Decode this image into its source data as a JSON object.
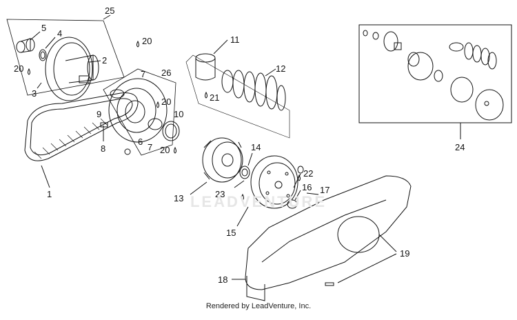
{
  "diagram": {
    "callouts": [
      "25",
      "5",
      "4",
      "20",
      "2",
      "3",
      "20",
      "7",
      "26",
      "9",
      "8",
      "20",
      "10",
      "6",
      "7",
      "20",
      "1",
      "11",
      "12",
      "21",
      "14",
      "13",
      "23",
      "22",
      "16",
      "17",
      "15",
      "19",
      "18",
      "24"
    ],
    "watermark": "LEADVENTURE",
    "footer": "Rendered by LeadVenture, Inc."
  }
}
